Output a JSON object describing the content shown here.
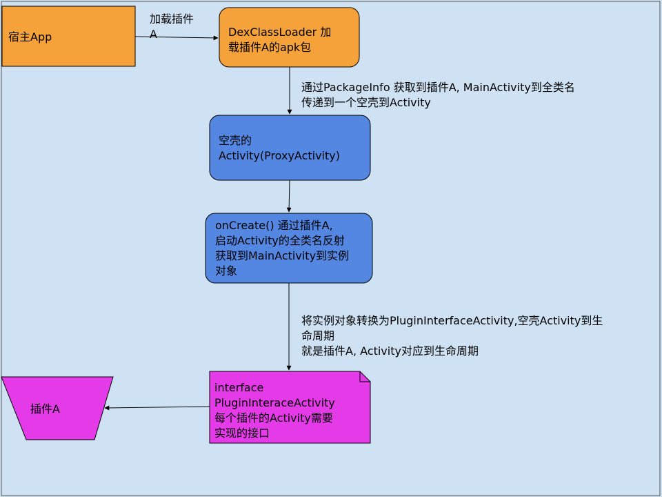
{
  "colors": {
    "background": "#cfe2f3",
    "orange": "#f6a23b",
    "blue": "#5487e2",
    "magenta": "#e43ae8",
    "stroke": "#000000"
  },
  "nodes": {
    "host_app": "宿主App",
    "dex_loader": "DexClassLoader 加\n载插件A的apk包",
    "proxy_activity": "空壳的\nActivity(ProxyActivity)",
    "on_create": "onCreate() 通过插件A,\n启动Activity的全类名反射\n获取到MainActivity到实例\n对象",
    "plugin_interface": "interface\nPluginInteraceActivity\n每个插件的Activity需要\n实现的接口",
    "plugin_a": "插件A"
  },
  "edges": {
    "load_plugin": "加载插件\nA",
    "package_info": "通过PackageInfo 获取到插件A, MainActivity到全类名\n传递到一个空壳到Activity",
    "convert": "将实例对象转换为PluginInterfaceActivity,空壳Activity到生\n命周期\n就是插件A, Activity对应到生命周期"
  }
}
